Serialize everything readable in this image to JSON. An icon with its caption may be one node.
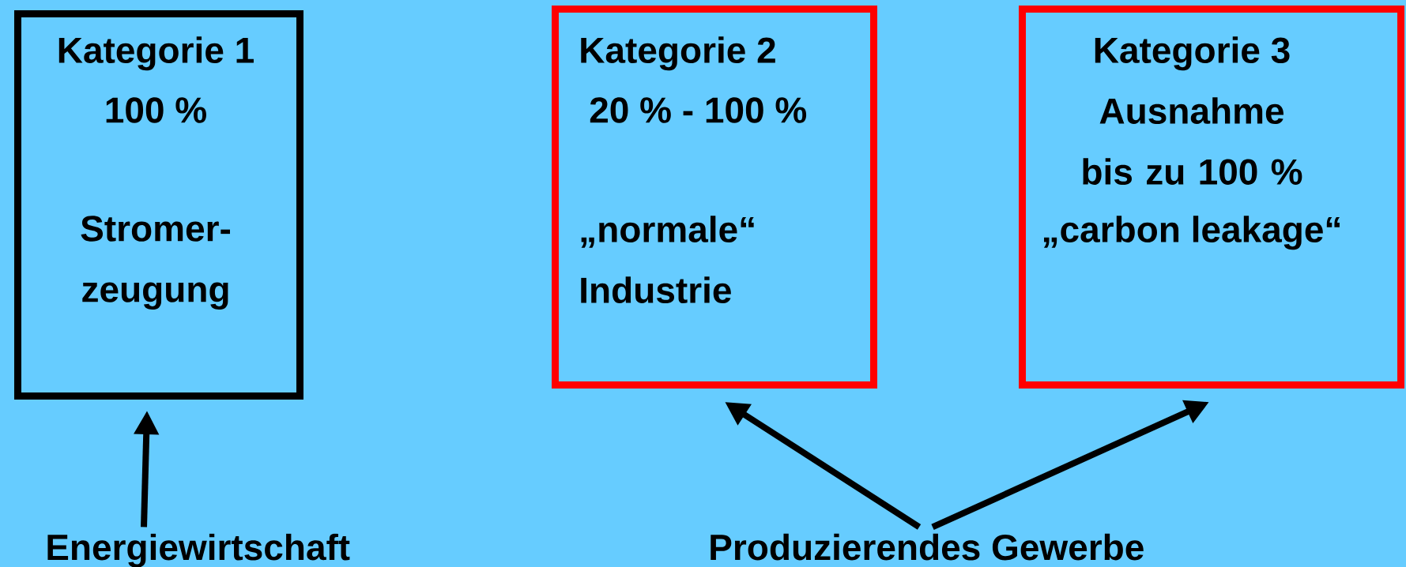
{
  "diagram": {
    "nodes": [
      {
        "text": [
          "Kategorie 1",
          "100 %",
          "Stromer- zeugung"
        ]
      },
      {
        "text": [
          "Kategorie 2",
          "20 % - 100 %",
          "„normale“ Industrie"
        ]
      },
      {
        "text": [
          "Kategorie 3",
          "Ausnahme bis zu 100 %",
          "„carbon leakage“"
        ]
      },
      {
        "text": [
          "Energiewirtschaft"
        ]
      },
      {
        "text": [
          "Produzierendes Gewerbe"
        ]
      }
    ],
    "edges": [
      {
        "from": 3,
        "to": 0,
        "arrow": "to"
      },
      {
        "from": 4,
        "to": 1,
        "arrow": "to"
      },
      {
        "from": 4,
        "to": 2,
        "arrow": "to"
      }
    ]
  }
}
